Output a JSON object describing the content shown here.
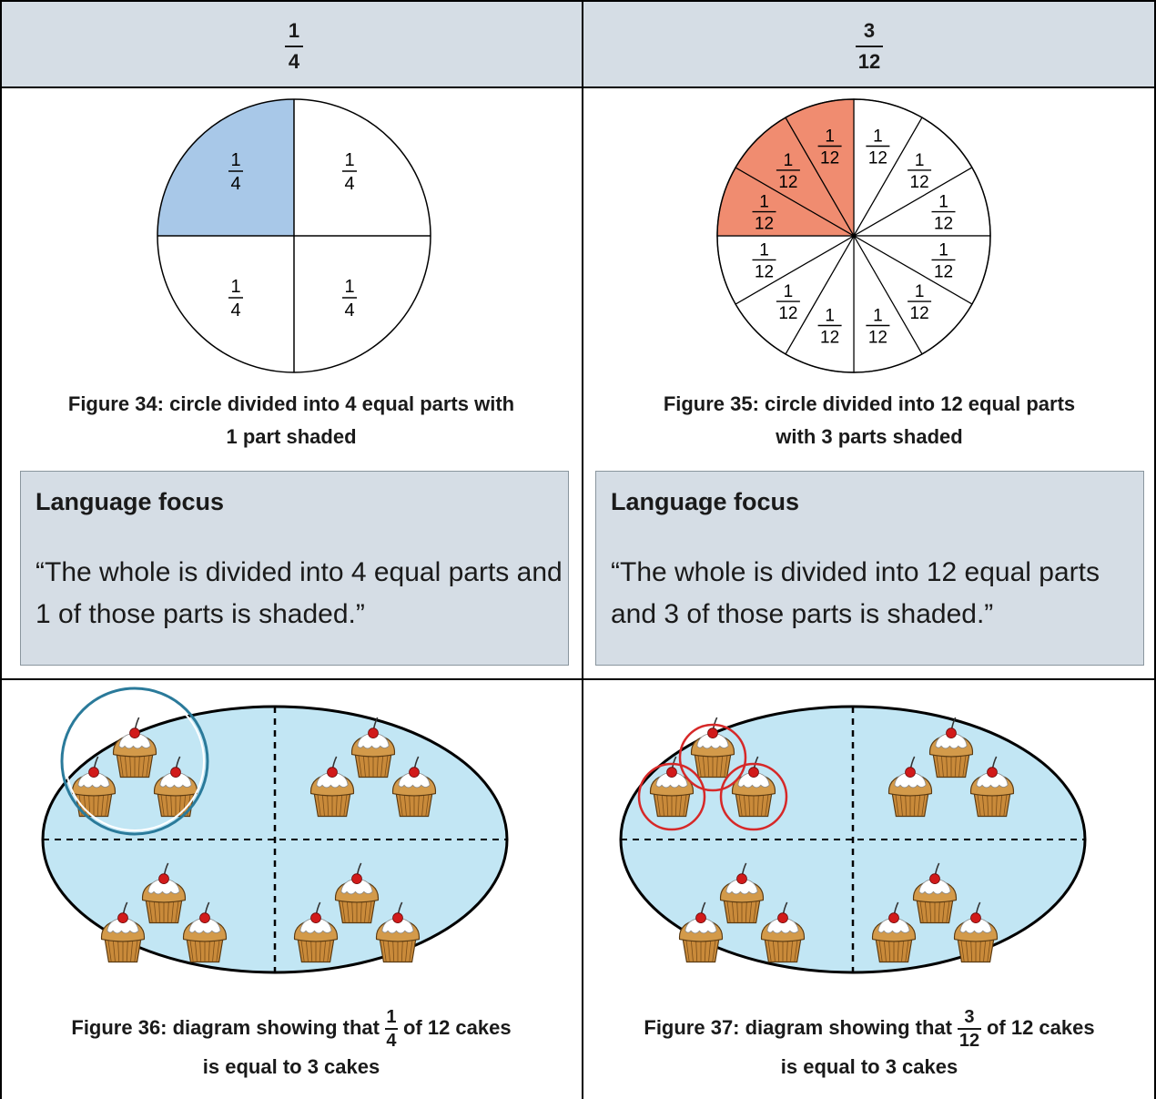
{
  "header": {
    "left": {
      "numerator": "1",
      "denominator": "4"
    },
    "right": {
      "numerator": "3",
      "denominator": "12"
    }
  },
  "figures": {
    "fig34": {
      "label_num": "1",
      "label_den": "4",
      "caption_line1": "Figure 34: circle divided into 4 equal parts with",
      "caption_line2": "1 part shaded",
      "shaded_parts": 1,
      "total_parts": 4,
      "shade_color": "#a8c8e8"
    },
    "fig35": {
      "label_num": "1",
      "label_den": "12",
      "caption_line1": "Figure 35: circle divided into 12 equal parts",
      "caption_line2": "with 3 parts shaded",
      "shaded_parts": 3,
      "total_parts": 12,
      "shade_color": "#f08c70"
    },
    "fig36": {
      "caption_before": "Figure 36: diagram showing that",
      "frac_num": "1",
      "frac_den": "4",
      "caption_after": "of 12 cakes",
      "caption_line2": "is equal to 3 cakes",
      "circle_color": "#2a7a9a"
    },
    "fig37": {
      "caption_before": "Figure 37: diagram showing that",
      "frac_num": "3",
      "frac_den": "12",
      "caption_after": "of 12 cakes",
      "caption_line2": "is equal to 3 cakes",
      "circle_color": "#d62828"
    }
  },
  "language_focus": {
    "left": {
      "title": "Language focus",
      "text": "“The whole is divided into 4 equal parts and 1 of those parts is shaded.”"
    },
    "right": {
      "title": "Language focus",
      "text": "“The whole is divided into 12 equal parts and 3 of those parts is shaded.”"
    }
  },
  "colors": {
    "header_bg": "#d5dde5",
    "plate_fill": "#c2e6f4",
    "cupcake_case": "#c98a3a",
    "cupcake_icing": "#ffffff",
    "cherry": "#d11a1a"
  }
}
